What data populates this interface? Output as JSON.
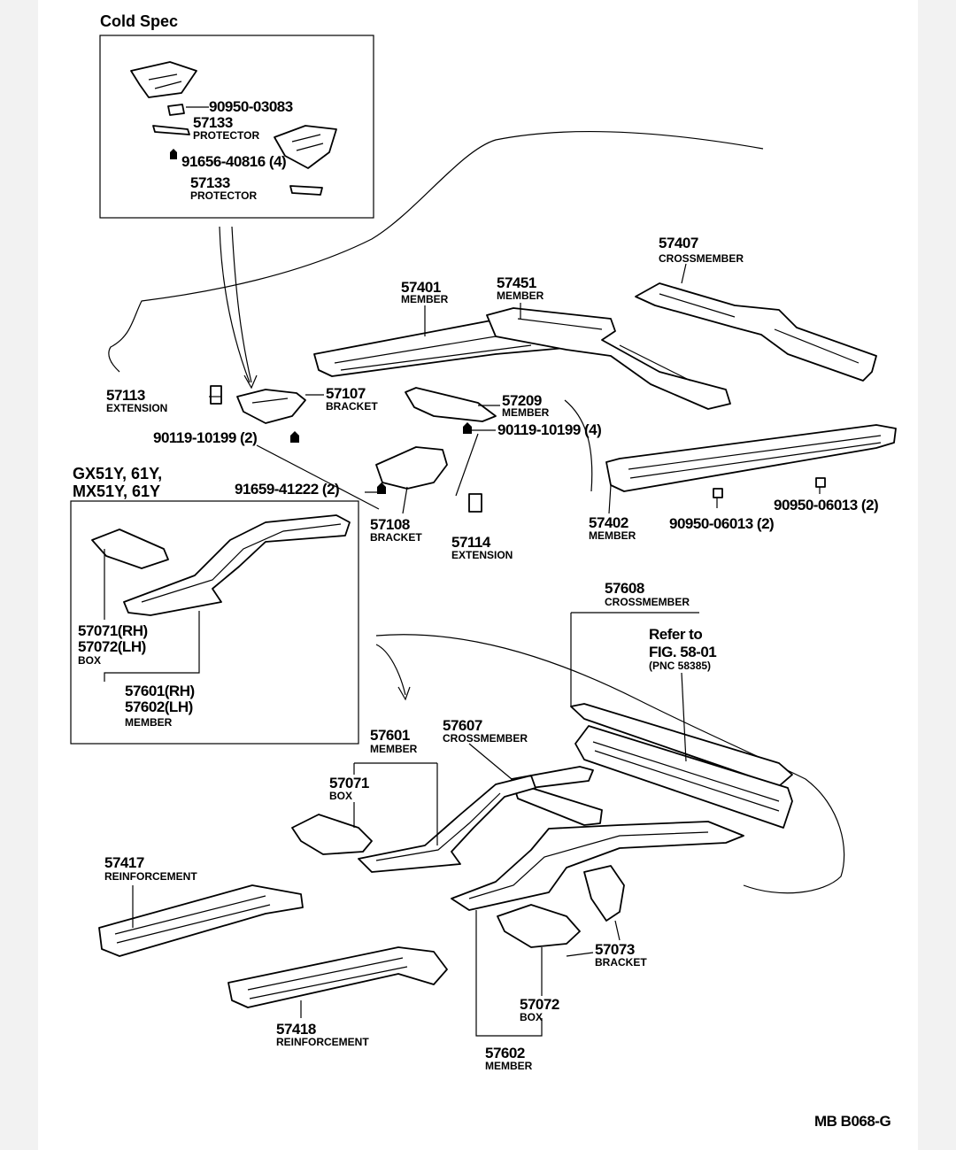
{
  "cold_spec": {
    "title": "Cold Spec",
    "p1": "90950-03083",
    "p2": "57133",
    "p2_name": "PROTECTOR",
    "p3": "91656-40816 (4)",
    "p4": "57133",
    "p4_name": "PROTECTOR"
  },
  "gx": {
    "line1": "GX51Y, 61Y,",
    "line2": "MX51Y, 61Y",
    "box1": "57071(RH)",
    "box2": "57072(LH)",
    "box_name": "BOX",
    "mem1": "57601(RH)",
    "mem2": "57602(LH)",
    "mem_name": "MEMBER"
  },
  "labels": {
    "p57407": "57407",
    "p57407_name": "CROSSMEMBER",
    "p57401": "57401",
    "p57401_name": "MEMBER",
    "p57451": "57451",
    "p57451_name": "MEMBER",
    "p57113": "57113",
    "p57113_name": "EXTENSION",
    "p57107": "57107",
    "p57107_name": "BRACKET",
    "p57209": "57209",
    "p57209_name": "MEMBER",
    "b90119a": "90119-10199 (2)",
    "b90119b": "90119-10199 (4)",
    "b91659": "91659-41222 (2)",
    "p57108": "57108",
    "p57108_name": "BRACKET",
    "p57114": "57114",
    "p57114_name": "EXTENSION",
    "p57402": "57402",
    "p57402_name": "MEMBER",
    "c90950a": "90950-06013 (2)",
    "c90950b": "90950-06013 (2)",
    "p57608": "57608",
    "p57608_name": "CROSSMEMBER",
    "refer1": "Refer to",
    "refer2": "FIG. 58-01",
    "refer3": "(PNC 58385)",
    "p57601": "57601",
    "p57601_name": "MEMBER",
    "p57607": "57607",
    "p57607_name": "CROSSMEMBER",
    "p57071": "57071",
    "p57071_name": "BOX",
    "p57417": "57417",
    "p57417_name": "REINFORCEMENT",
    "p57418": "57418",
    "p57418_name": "REINFORCEMENT",
    "p57073": "57073",
    "p57073_name": "BRACKET",
    "p57072": "57072",
    "p57072_name": "BOX",
    "p57602": "57602",
    "p57602_name": "MEMBER"
  },
  "footer": {
    "code": "MB  B068-G"
  }
}
